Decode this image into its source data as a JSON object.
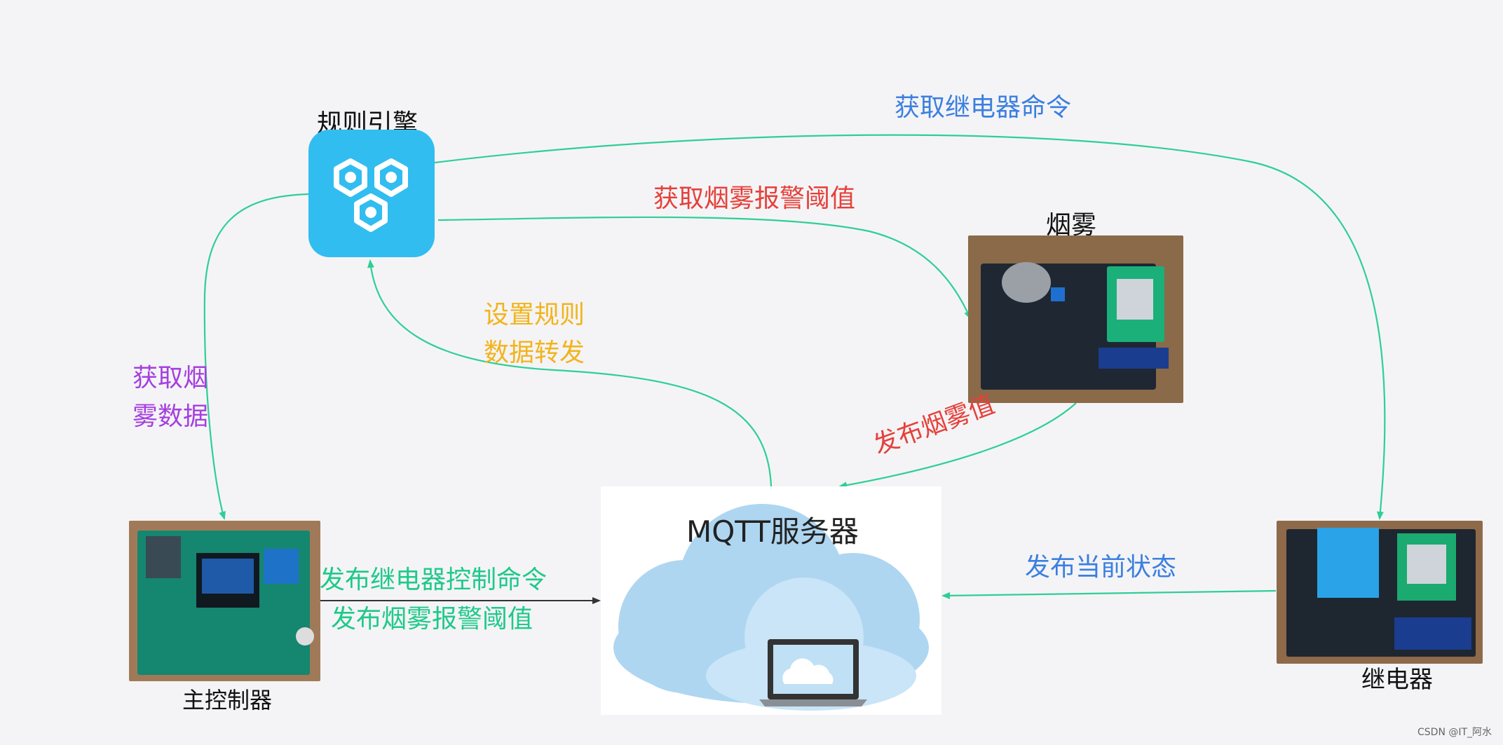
{
  "nodes": {
    "rule_engine": "规则引擎",
    "smoke": "烟雾",
    "mqtt": "MQTT服务器",
    "controller": "主控制器",
    "relay": "继电器"
  },
  "edges": {
    "get_relay_cmd": "获取继电器命令",
    "get_smoke_threshold": "获取烟雾报警阈值",
    "set_rules_line1": "设置规则",
    "set_rules_line2": "数据转发",
    "get_smoke_data_line1": "获取烟",
    "get_smoke_data_line2": "雾数据",
    "publish_smoke_value": "发布烟雾值",
    "publish_relay_cmd": "发布继电器控制命令",
    "publish_smoke_threshold": "发布烟雾报警阈值",
    "publish_status": "发布当前状态"
  },
  "colors": {
    "blue": "#3b7fe0",
    "red": "#e6403a",
    "gold": "#f2b41c",
    "purple": "#a53fe0",
    "green": "#1fc98a",
    "arrow_green": "#2ecf95",
    "rule_engine_bg": "#31bdf0"
  },
  "watermark": "CSDN @IT_阿水",
  "icons": [
    "rule-engine-gears-icon",
    "cloud-icon",
    "laptop-icon"
  ]
}
